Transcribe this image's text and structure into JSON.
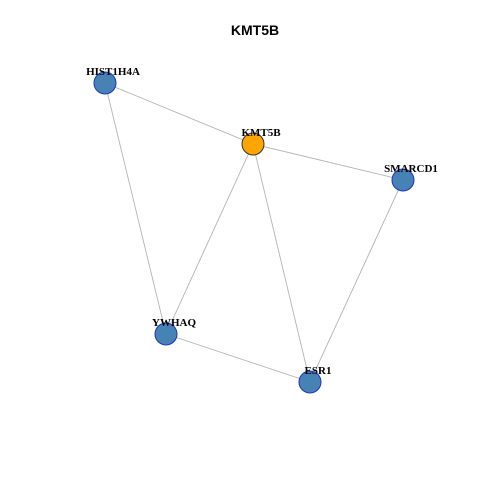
{
  "title": "KMT5B",
  "colors": {
    "background": "#ffffff",
    "edge": "#b3b3b3",
    "node_fill_default": "#4682b4",
    "node_stroke_default": "#1a35c8",
    "node_fill_focus": "#ffa500",
    "node_stroke_focus": "#333333"
  },
  "nodes": [
    {
      "id": "HIST1H4A",
      "label": "HIST1H4A",
      "focus": false
    },
    {
      "id": "KMT5B",
      "label": "KMT5B",
      "focus": true
    },
    {
      "id": "SMARCD1",
      "label": "SMARCD1",
      "focus": false
    },
    {
      "id": "YWHAQ",
      "label": "YWHAQ",
      "focus": false
    },
    {
      "id": "ESR1",
      "label": "ESR1",
      "focus": false
    }
  ],
  "edges": [
    {
      "source": "HIST1H4A",
      "target": "KMT5B"
    },
    {
      "source": "HIST1H4A",
      "target": "YWHAQ"
    },
    {
      "source": "KMT5B",
      "target": "SMARCD1"
    },
    {
      "source": "KMT5B",
      "target": "YWHAQ"
    },
    {
      "source": "KMT5B",
      "target": "ESR1"
    },
    {
      "source": "SMARCD1",
      "target": "ESR1"
    },
    {
      "source": "YWHAQ",
      "target": "ESR1"
    }
  ]
}
